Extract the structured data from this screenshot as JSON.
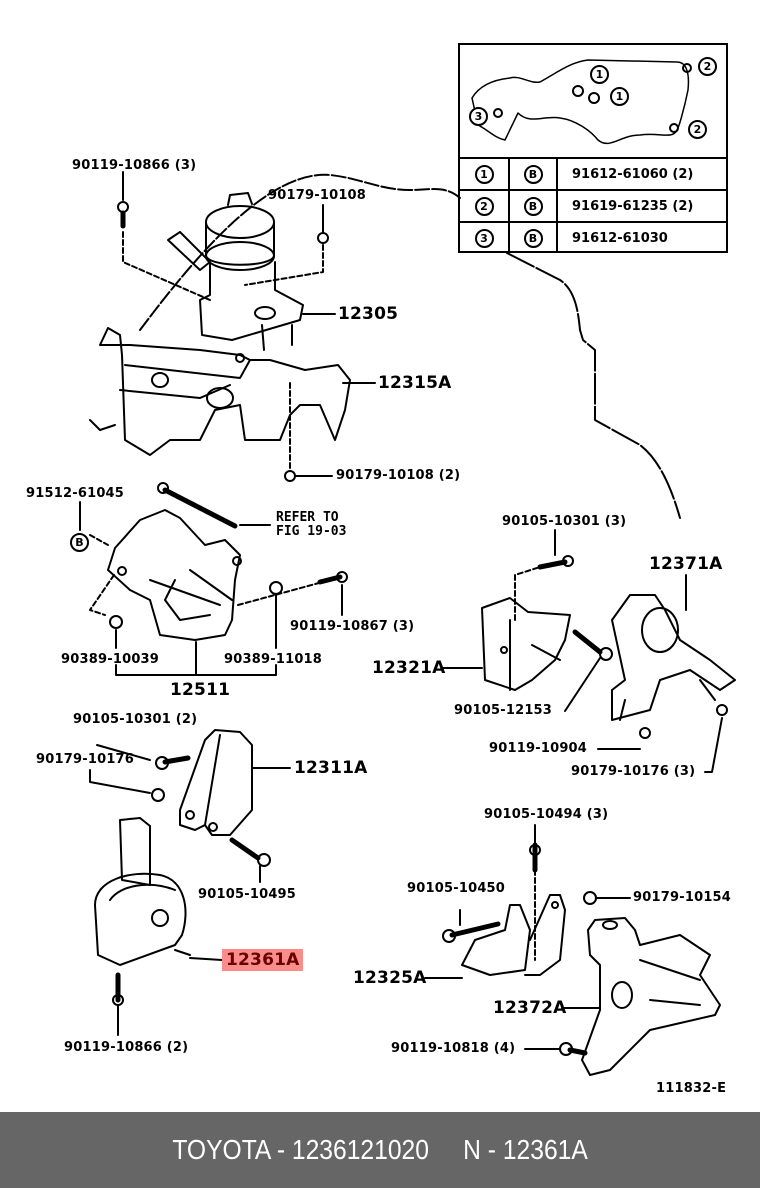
{
  "diagram": {
    "figure_id": "111832-E",
    "inset_table": {
      "callouts": [
        {
          "num": "1",
          "type": "B",
          "part": "91612-61060 (2)"
        },
        {
          "num": "2",
          "type": "B",
          "part": "91619-61235 (2)"
        },
        {
          "num": "3",
          "type": "B",
          "part": "91612-61030"
        }
      ],
      "inset_markers": [
        "1",
        "1",
        "2",
        "2",
        "3"
      ]
    },
    "labels": {
      "p90119_10866_3": "90119-10866 (3)",
      "p90179_10108": "90179-10108",
      "p12305": "12305",
      "p12315A": "12315A",
      "p90179_10108_2": "90179-10108 (2)",
      "p91512_61045": "91512-61045",
      "b_marker": "B",
      "refer_to": "REFER TO\nFIG 19-03",
      "p90119_10867_3": "90119-10867 (3)",
      "p90389_10039": "90389-10039",
      "p90389_11018": "90389-11018",
      "p12511": "12511",
      "p90105_10301_3": "90105-10301 (3)",
      "p12371A": "12371A",
      "p12321A": "12321A",
      "p90105_12153": "90105-12153",
      "p90119_10904": "90119-10904",
      "p90179_10176_3": "90179-10176 (3)",
      "p90105_10301_2": "90105-10301 (2)",
      "p90179_10176": "90179-10176",
      "p12311A": "12311A",
      "p90105_10495": "90105-10495",
      "p12361A": "12361A",
      "p90119_10866_2": "90119-10866 (2)",
      "p90105_10494_3": "90105-10494 (3)",
      "p90105_10450": "90105-10450",
      "p90179_10154": "90179-10154",
      "p12325A": "12325A",
      "p12372A": "12372A",
      "p90119_10818_4": "90119-10818 (4)"
    },
    "highlighted_part": "12361A",
    "highlight_color": "#fa8c8c"
  },
  "footer": {
    "text": "TOYOTA - 1236121020     N - 12361A",
    "background": "#666666"
  }
}
